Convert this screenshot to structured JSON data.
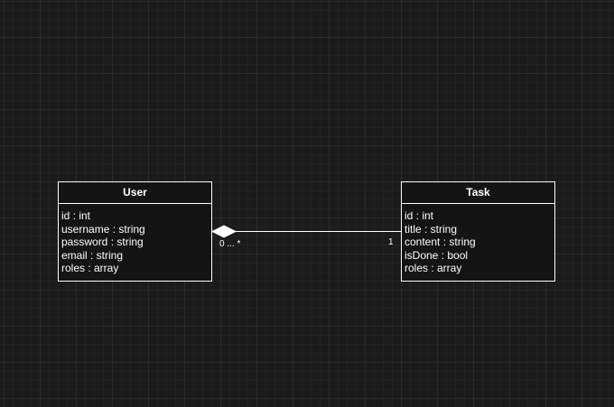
{
  "classes": {
    "user": {
      "name": "User",
      "attributes": [
        "id : int",
        "username : string",
        "password : string",
        "email : string",
        "roles : array"
      ]
    },
    "task": {
      "name": "Task",
      "attributes": [
        "id : int",
        "title : string",
        "content : string",
        "isDone : bool",
        "roles : array"
      ]
    }
  },
  "association": {
    "type": "composition",
    "source_multiplicity": "0 ... *",
    "target_multiplicity": "1"
  },
  "colors": {
    "background": "#1b1b1b",
    "foreground": "#ffffff"
  }
}
